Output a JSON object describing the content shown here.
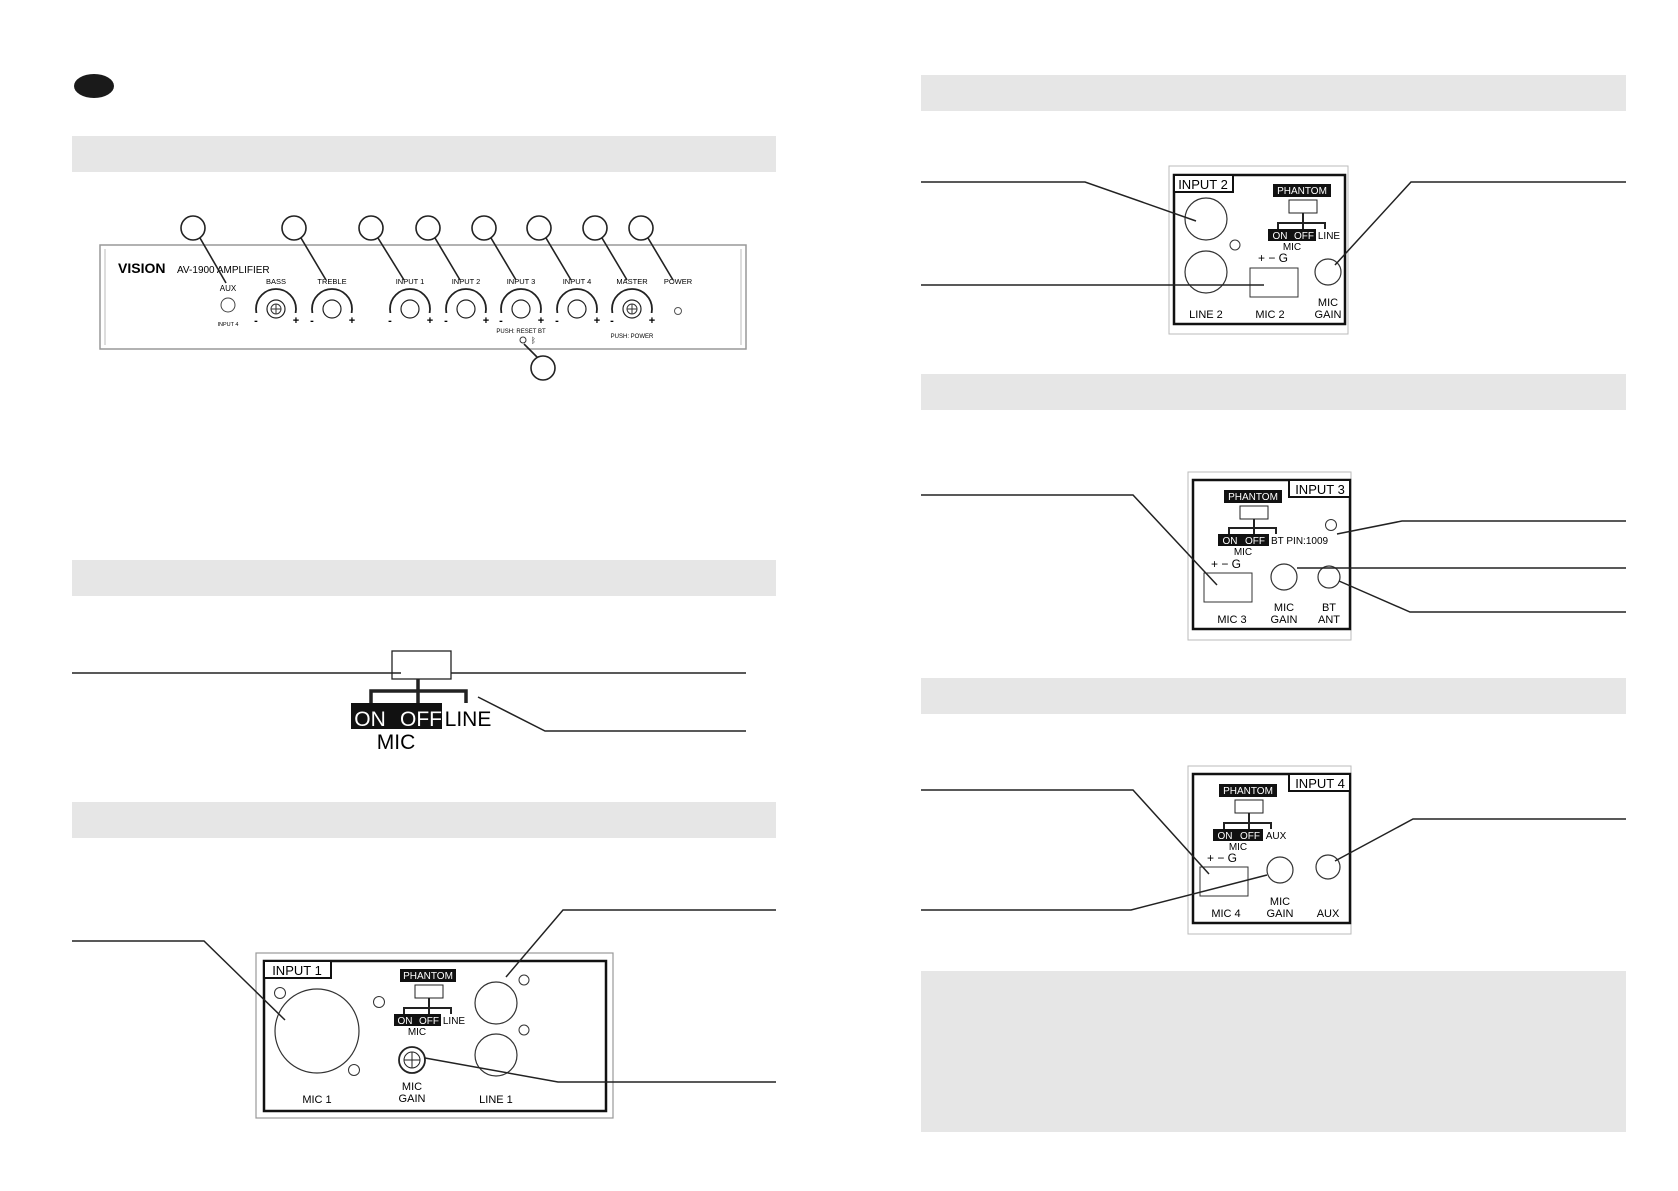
{
  "front_panel": {
    "brand": "VISION",
    "model": "AV-1900 AMPLIFIER",
    "controls": [
      "AUX",
      "BASS",
      "TREBLE",
      "INPUT 1",
      "INPUT 2",
      "INPUT 3",
      "INPUT 4",
      "MASTER",
      "POWER"
    ],
    "aux_sub": "INPUT 4",
    "push_reset_bt": "PUSH: RESET BT",
    "push_power": "PUSH: POWER",
    "minus": "-",
    "plus": "+"
  },
  "switch": {
    "on": "ON",
    "off": "OFF",
    "line": "LINE",
    "aux": "AUX",
    "mic": "MIC"
  },
  "phantom": "PHANTOM",
  "input1": {
    "title": "INPUT 1",
    "mic": "MIC 1",
    "gain_1": "MIC",
    "gain_2": "GAIN",
    "line": "LINE 1"
  },
  "input2": {
    "title": "INPUT 2",
    "line": "LINE 2",
    "mic": "MIC 2",
    "gain_1": "MIC",
    "gain_2": "GAIN",
    "terminals": "+ − G"
  },
  "input3": {
    "title": "INPUT 3",
    "bt_pin": "BT PIN:1009",
    "mic": "MIC 3",
    "gain_1": "MIC",
    "gain_2": "GAIN",
    "bt_1": "BT",
    "bt_2": "ANT",
    "terminals": "+ − G"
  },
  "input4": {
    "title": "INPUT 4",
    "mic": "MIC 4",
    "gain_1": "MIC",
    "gain_2": "GAIN",
    "aux": "AUX",
    "terminals": "+ − G"
  }
}
